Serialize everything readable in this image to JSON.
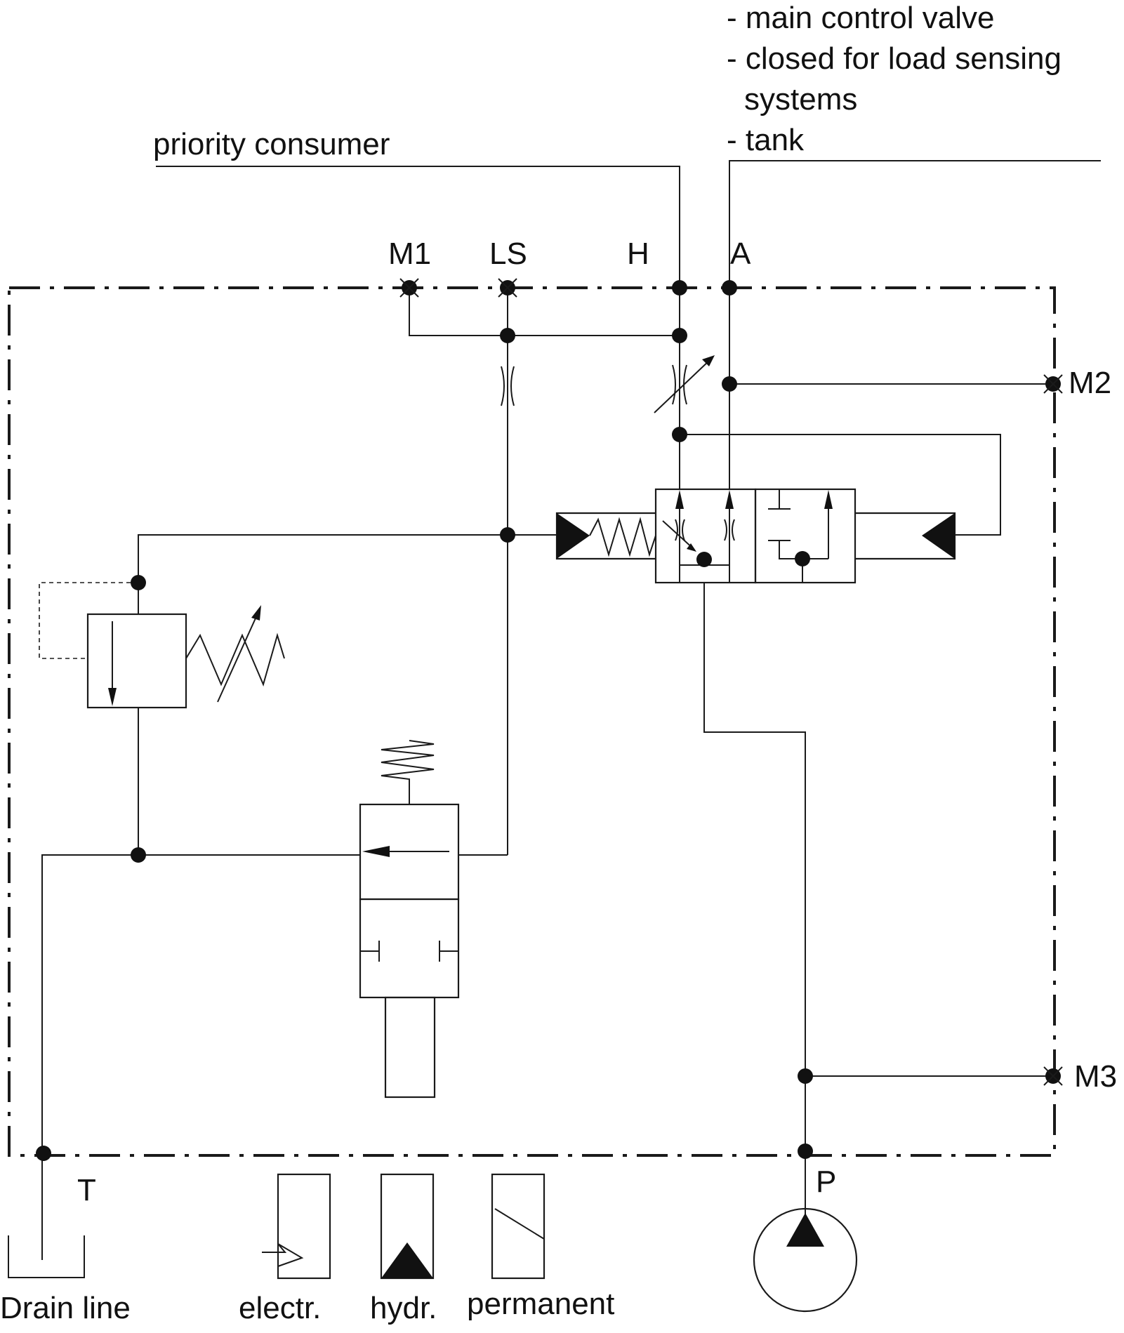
{
  "notes": {
    "line1": "- main control valve",
    "line2": "- closed for load sensing",
    "line3": "systems",
    "line4": "- tank"
  },
  "ports": {
    "priority": "priority consumer",
    "M1": "M1",
    "LS": "LS",
    "H": "H",
    "A": "A",
    "M2": "M2",
    "M3": "M3",
    "T": "T",
    "P": "P"
  },
  "legend": {
    "drain": "Drain line",
    "electr": "electr.",
    "hydr": "hydr.",
    "permanent": "permanent"
  }
}
